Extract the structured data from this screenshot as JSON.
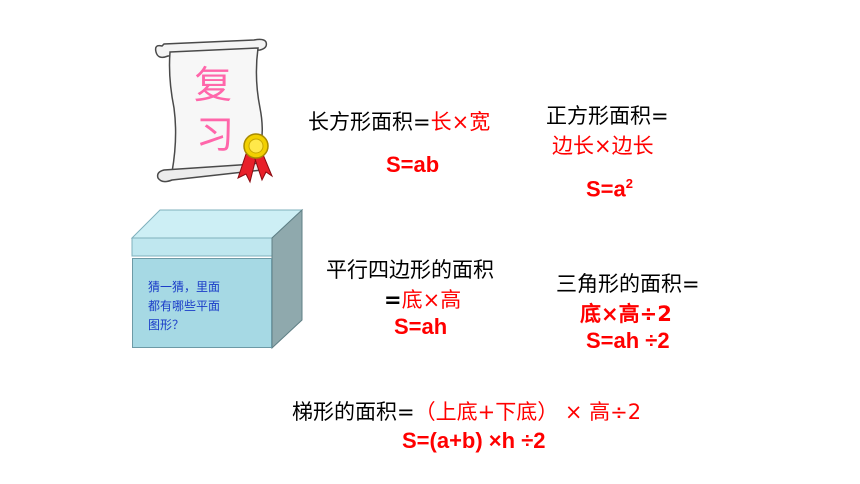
{
  "review": {
    "title_line1": "复",
    "title_line2": "习"
  },
  "box": {
    "text_line1": "猜一猜，里面",
    "text_line2": "都有哪些平面",
    "text_line3": "图形？"
  },
  "rectangle": {
    "label": "长方形面积=",
    "label_rest": "长×宽",
    "formula": "S=ab"
  },
  "square": {
    "label": "正方形面积=",
    "line2": "边长×边长",
    "formula_base": "S=a",
    "formula_exp": "2"
  },
  "parallelogram": {
    "label": "平行四边形的面积",
    "line2_eq": "=",
    "line2_rest": "底×高",
    "formula": "S=ah"
  },
  "triangle": {
    "label": "三角形的面积=",
    "line2": "底×高÷2",
    "formula": "S=ah ÷2"
  },
  "trapezoid": {
    "label": "梯形的面积=",
    "label_rest": "（上底+下底） × 高÷2",
    "formula": "S=(a+b) ×h ÷2"
  }
}
